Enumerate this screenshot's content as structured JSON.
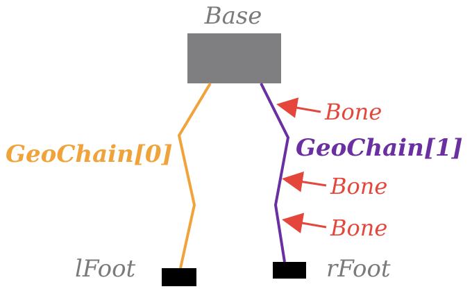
{
  "labels": {
    "base": "Base",
    "left_chain": "GeoChain[0]",
    "right_chain": "GeoChain[1]",
    "bone_top": "Bone",
    "bone_mid": "Bone",
    "bone_low": "Bone",
    "left_foot": "lFoot",
    "right_foot": "rFoot"
  },
  "colors": {
    "base_box": "#7f7f82",
    "left_chain": "#f0a33a",
    "right_chain": "#6a2fa0",
    "bone_arrow": "#e5463c",
    "foot": "#000000",
    "foot_label": "#7a7a7a"
  }
}
